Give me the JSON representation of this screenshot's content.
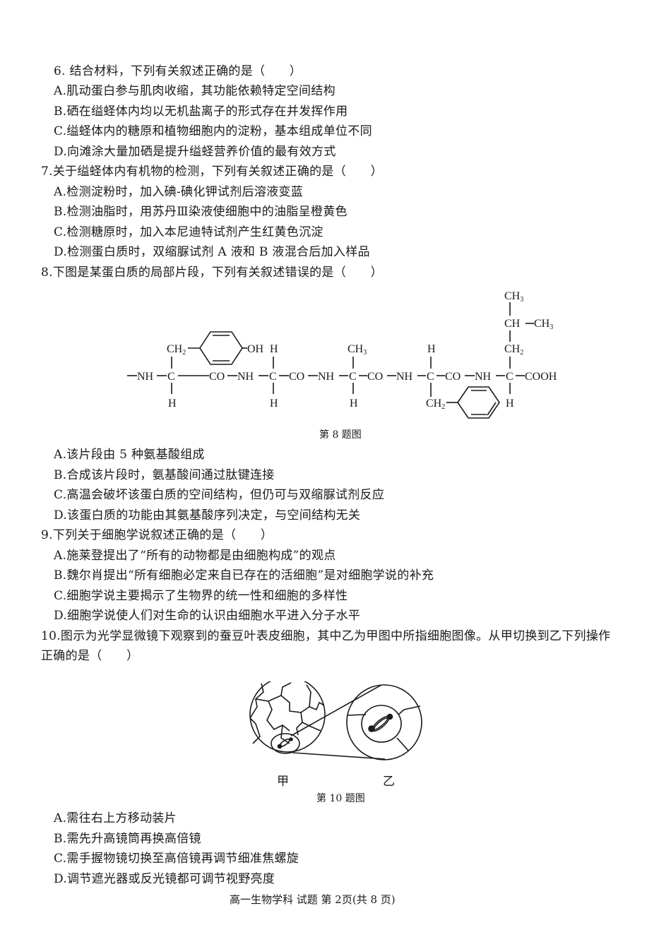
{
  "questions": {
    "q6": {
      "stem": "6. 结合材料，下列有关叙述正确的是（　　）",
      "options": [
        "A.肌动蛋白参与肌肉收缩，其功能依赖特定空间结构",
        "B.硒在缢蛏体内均以无机盐离子的形式存在并发挥作用",
        "C.缢蛏体内的糖原和植物细胞内的淀粉，基本组成单位不同",
        "D.向滩涂大量加硒是提升缢蛏营养价值的最有效方式"
      ]
    },
    "q7": {
      "stem": "7.关于缢蛏体内有机物的检测，下列有关叙述正确的是（　　）",
      "options": [
        "A.检测淀粉时，加入碘-碘化钾试剂后溶液变蓝",
        "B.检测油脂时，用苏丹Ⅲ染液使细胞中的油脂呈橙黄色",
        "C.检测糖原时，加入本尼迪特试剂产生红黄色沉淀",
        "D.检测蛋白质时，双缩脲试剂 A 液和 B 液混合后加入样品"
      ]
    },
    "q8": {
      "stem": "8.下图是某蛋白质的局部片段，下列有关叙述错误的是（　　）",
      "figure_caption": "第 8 题图",
      "figure": {
        "chain": [
          "—NH—",
          "C",
          "CO—NH—",
          "C",
          "—CO—NH—",
          "C",
          "—CO—NH—",
          "C",
          "—CO—NH—",
          "C",
          "—COOH"
        ],
        "labels": {
          "r1_top": "CH₂",
          "r1_oh": "OH",
          "r1_bottom": "H",
          "r2_top": "H",
          "r2_bottom": "H",
          "r3_top": "CH₃",
          "r3_bottom": "H",
          "r4_top": "H",
          "r4_bottom": "CH₂",
          "r5_ch3_top": "CH₃",
          "r5_ch": "CH—CH₃",
          "r5_ch2": "CH₂",
          "r5_bottom": "H",
          "nh": "—NH—",
          "c": "C",
          "co": "CO",
          "cooh": "COOH"
        }
      },
      "options": [
        "A.该片段由 5 种氨基酸组成",
        "B.合成该片段时，氨基酸间通过肽键连接",
        "C.高温会破坏该蛋白质的空间结构，但仍可与双缩脲试剂反应",
        "D.该蛋白质的功能由其氨基酸序列决定，与空间结构无关"
      ]
    },
    "q9": {
      "stem": "9.下列关于细胞学说叙述正确的是（　　）",
      "options": [
        "A.施莱登提出了“所有的动物都是由细胞构成”的观点",
        "B.魏尔肖提出“所有细胞必定来自已存在的活细胞”是对细胞学说的补充",
        "C.细胞学说主要揭示了生物界的统一性和细胞的多样性",
        "D.细胞学说使人们对生命的认识由细胞水平进入分子水平"
      ]
    },
    "q10": {
      "stem_line1": "10.图示为光学显微镜下观察到的蚕豆叶表皮细胞，其中乙为甲图中所指细胞图像。从甲切换到乙下列操作",
      "stem_line2": "正确的是（　　）",
      "figure_caption": "第 10 题图",
      "figure_labels": {
        "left": "甲",
        "right": "乙"
      },
      "options": [
        "A.需往右上方移动装片",
        "B.需先升高镜筒再换高倍镜",
        "C.需手握物镜切换至高倍镜再调节细准焦螺旋",
        "D.调节遮光器或反光镜都可调节视野亮度"
      ]
    }
  },
  "footer": "高一生物学科 试题 第 2页(共 8 页)"
}
